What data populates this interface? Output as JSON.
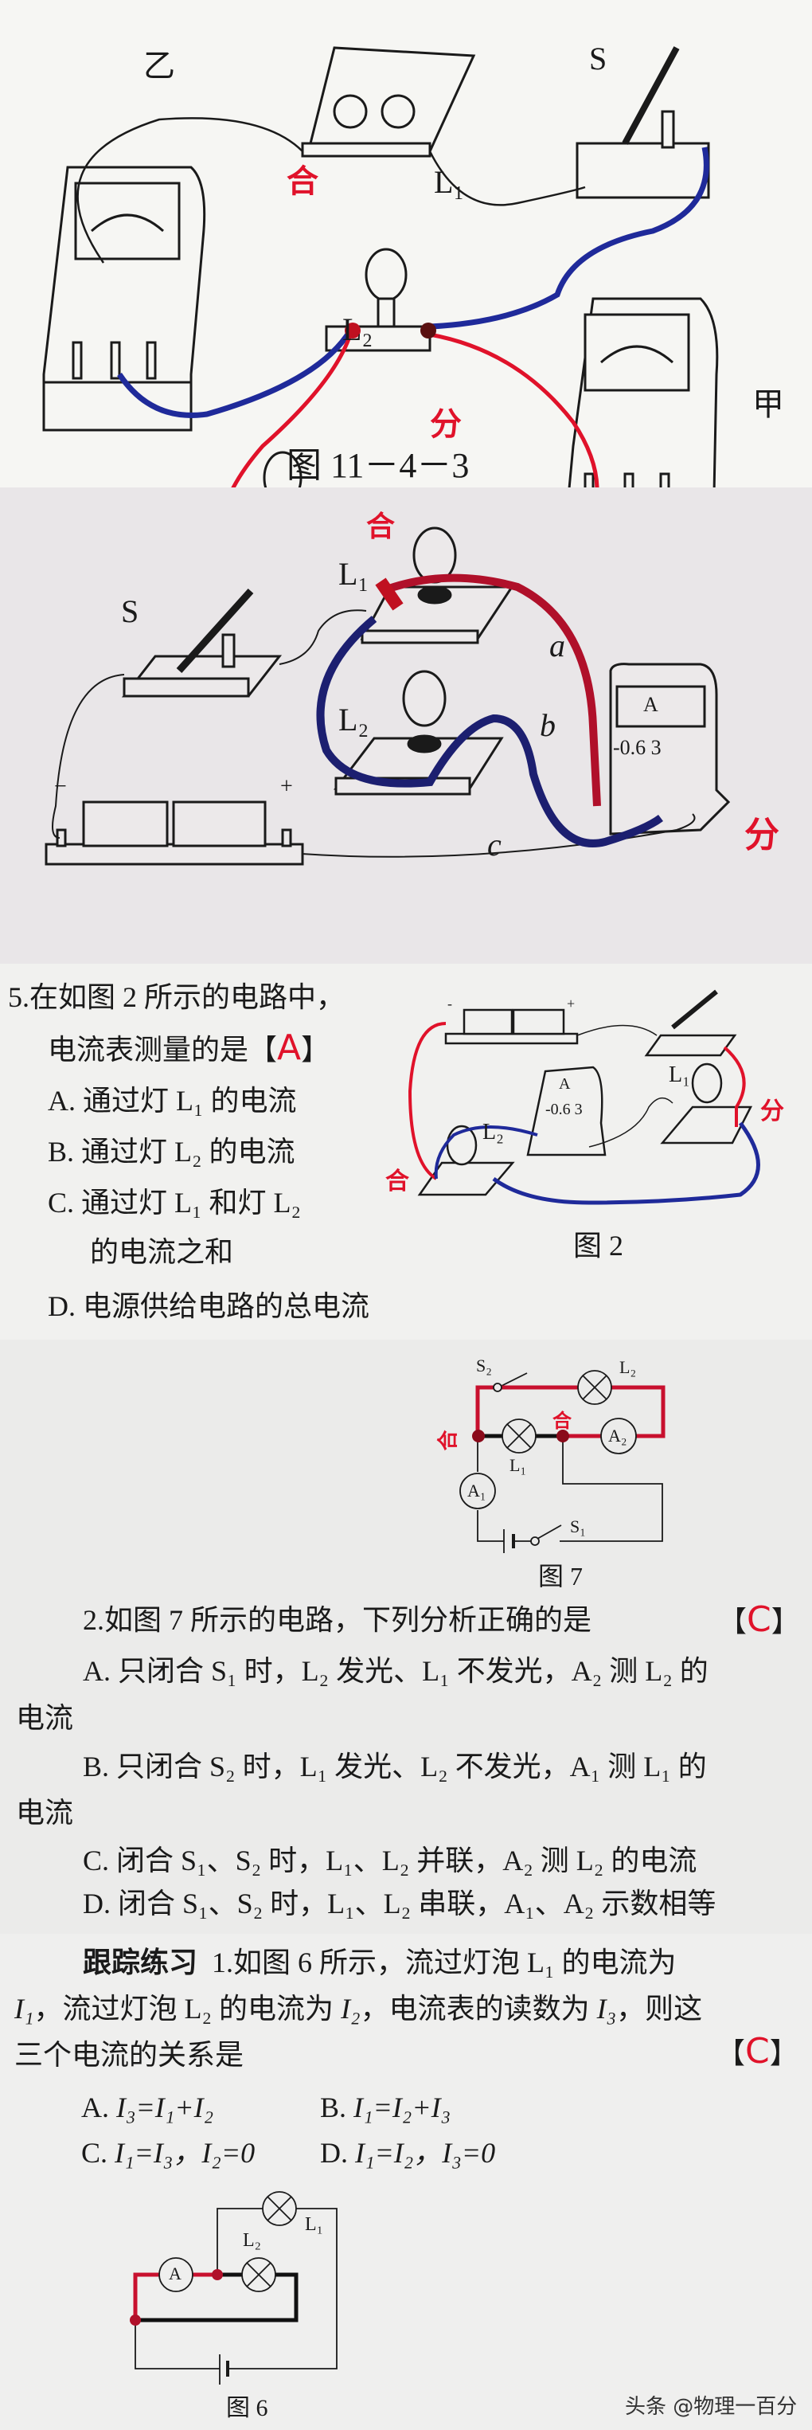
{
  "figure_11_4_3": {
    "caption": "图 11－4－3",
    "labels": {
      "yi": "乙",
      "jia": "甲",
      "s": "S",
      "l1": "L₁",
      "l2": "L₂"
    },
    "handwriting": {
      "he": "合",
      "fen": "分"
    }
  },
  "figure_photo2": {
    "labels": {
      "s": "S",
      "l1": "L₁",
      "l2": "L₂",
      "a": "a",
      "b": "b",
      "c": "c",
      "meter": "A",
      "scale": "-0.6 3",
      "minus": "−",
      "plus": "+"
    },
    "handwriting": {
      "he": "合",
      "fen": "分"
    }
  },
  "question5": {
    "stem_line1": "5.在如图 2 所示的电路中，",
    "stem_line2": "电流表测量的是【",
    "stem_close": "】",
    "answer": "A",
    "options": [
      "A. 通过灯 L₁ 的电流",
      "B. 通过灯 L₂ 的电流",
      "C. 通过灯 L₁ 和灯 L₂",
      "的电流之和",
      "D. 电源供给电路的总电流"
    ],
    "figure": {
      "caption": "图 2",
      "l1": "L₁",
      "l2": "L₂",
      "meter": "A",
      "scale": "-0.6 3",
      "minus": "-",
      "plus": "+",
      "he": "合",
      "fen": "分"
    }
  },
  "question2": {
    "figure": {
      "caption": "图 7",
      "s1": "S₁",
      "s2": "S₂",
      "l1": "L₁",
      "l2": "L₂",
      "a1": "A₁",
      "a2": "A₂",
      "he_left": "合",
      "he_mid": "合"
    },
    "stem": "2.如图 7 所示的电路，下列分析正确的是",
    "bracket_open": "【",
    "bracket_close": "】",
    "answer": "C",
    "options": [
      "A. 只闭合 S₁ 时，L₂ 发光、L₁ 不发光，A₂ 测 L₂ 的",
      "电流",
      "B. 只闭合 S₂ 时，L₁ 发光、L₂ 不发光，A₁ 测 L₁ 的",
      "电流",
      "C. 闭合 S₁、S₂ 时，L₁、L₂ 并联，A₂ 测 L₂ 的电流",
      "D. 闭合 S₁、S₂ 时，L₁、L₂ 串联，A₁、A₂ 示数相等"
    ]
  },
  "tracking_exercise": {
    "heading": "跟踪练习",
    "line1": "1.如图 6 所示，流过灯泡 L₁ 的电流为",
    "line2_i1": "I₁",
    "line2": "，流过灯泡 L₂ 的电流为 ",
    "line2_i2": "I₂",
    "line2b": "，电流表的读数为 ",
    "line2_i3": "I₃",
    "line2c": "，则这",
    "line3": "三个电流的关系是",
    "bracket_open": "【",
    "bracket_close": "】",
    "answer": "C",
    "options": [
      {
        "label": "A.",
        "expr": "I₃=I₁+I₂"
      },
      {
        "label": "B.",
        "expr": "I₁=I₂+I₃"
      },
      {
        "label": "C.",
        "expr": "I₁=I₃，I₂=0"
      },
      {
        "label": "D.",
        "expr": "I₁=I₂，I₃=0"
      }
    ],
    "figure": {
      "caption": "图 6",
      "l1": "L₁",
      "l2": "L₂",
      "meter": "A"
    }
  },
  "watermark": "头条 @物理一百分",
  "colors": {
    "ink": "#1a1a1a",
    "red_pen": "#e0122a",
    "blue_pen": "#1f2a9a"
  }
}
